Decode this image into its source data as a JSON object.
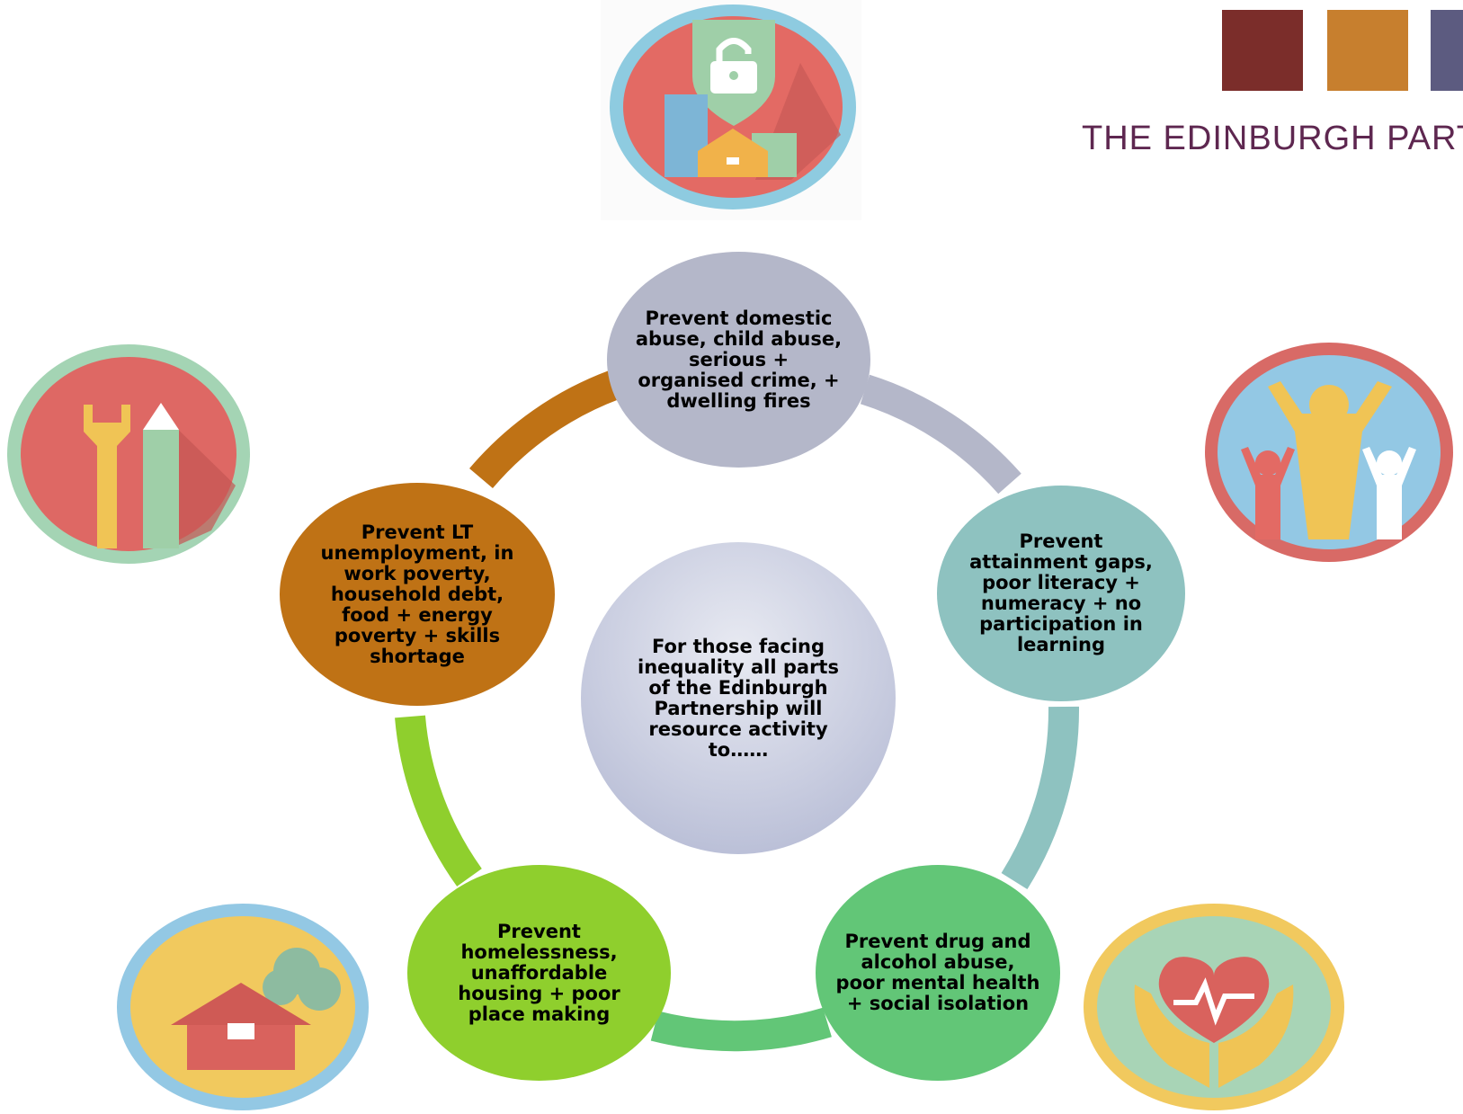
{
  "logo": {
    "text": "THE EDINBURGH PART",
    "colors": [
      "#7b2d2a",
      "#c77f2e",
      "#5c5b80"
    ]
  },
  "center": {
    "text": "For those facing inequality all parts of the Edinburgh Partnership will resource activity to……"
  },
  "nodes": {
    "top": "Prevent domestic abuse, child abuse, serious + organised crime, + dwelling fires",
    "right": "Prevent attainment gaps, poor literacy + numeracy + no participation in learning",
    "bottom_right": "Prevent drug and alcohol abuse, poor mental health + social isolation",
    "bottom_left": "Prevent homelessness, unaffordable housing + poor place making",
    "left": "Prevent LT unemployment, in work poverty, household debt, food + energy poverty + skills shortage"
  },
  "icons": {
    "top": "safety-shield-lock-icon",
    "left": "tools-wrench-pencil-icon",
    "right": "people-celebrating-icon",
    "bottom_left": "house-icon",
    "bottom_right": "health-heart-hands-icon"
  },
  "colors": {
    "top": "#b4b7c9",
    "right": "#8ec2c0",
    "bottom_right": "#62c677",
    "bottom_left": "#8fcf2d",
    "left": "#bf7215"
  }
}
